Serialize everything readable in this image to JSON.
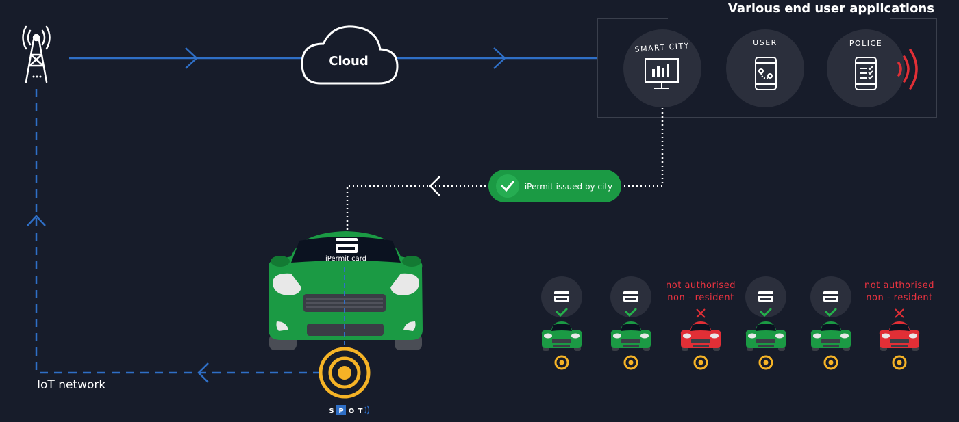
{
  "header": {
    "title": "Various end user applications"
  },
  "cloud": {
    "label": "Cloud"
  },
  "network": {
    "label": "IoT network"
  },
  "apps": [
    {
      "label": "SMART CITY",
      "icon": "monitor-chart-icon"
    },
    {
      "label": "USER",
      "icon": "phone-map-icon"
    },
    {
      "label": "POLICE",
      "icon": "phone-checklist-icon"
    }
  ],
  "permit_badge": {
    "label": "iPermit issued by city"
  },
  "main_car": {
    "card_label": "iPermit card"
  },
  "sensor": {
    "letters": [
      "S",
      "P",
      "O",
      "T"
    ]
  },
  "parking_row": {
    "warning_line1": "not authorised",
    "warning_line2": "non - resident",
    "cars": [
      {
        "status": "authorised"
      },
      {
        "status": "authorised"
      },
      {
        "status": "unauthorised"
      },
      {
        "status": "authorised"
      },
      {
        "status": "authorised"
      },
      {
        "status": "unauthorised"
      }
    ]
  },
  "colors": {
    "background": "#171c2a",
    "link_blue": "#2f6fc6",
    "green": "#1b9a44",
    "red": "#e12f36",
    "yellow": "#f5b326",
    "circle": "#2b2f3c",
    "check": "#24b24b"
  }
}
